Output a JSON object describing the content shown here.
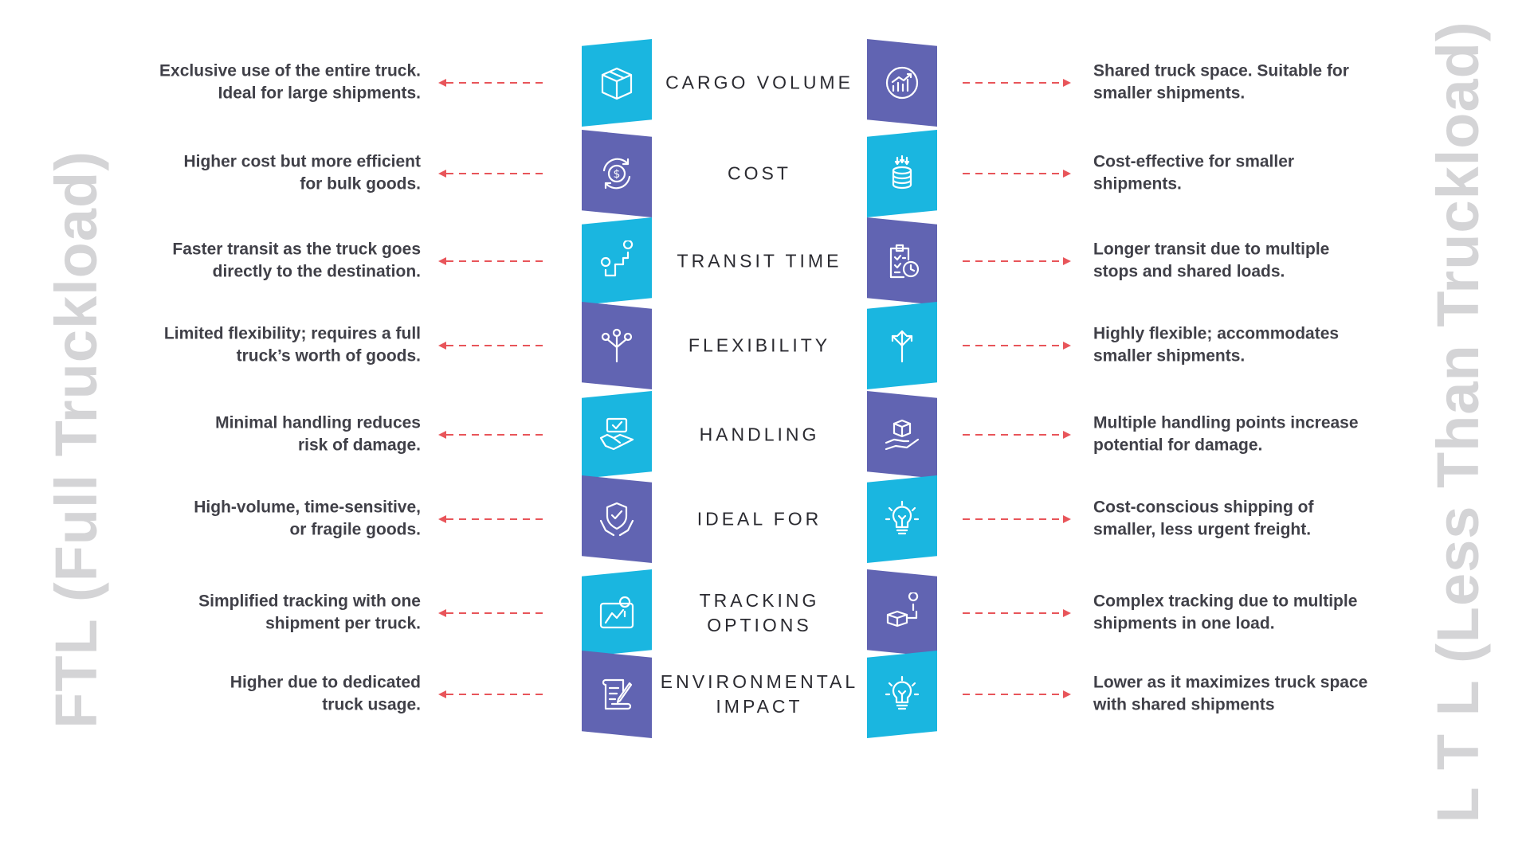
{
  "titles": {
    "left": "FTL (Full Truckload)",
    "right": "L T L (Less Than Truckload)"
  },
  "colors": {
    "cyan": "#1ab6e0",
    "purple": "#6164b2",
    "arrow": "#e8555a",
    "title": "#d4d4d6"
  },
  "rows": [
    {
      "label": [
        "CARGO VOLUME"
      ],
      "ftl": [
        "Exclusive use of the entire truck.",
        "Ideal for large shipments."
      ],
      "ltl": [
        "Shared truck space. Suitable for",
        "smaller shipments."
      ],
      "left_icon": "box-icon",
      "right_icon": "growth-chart-icon"
    },
    {
      "label": [
        "COST"
      ],
      "ftl": [
        "Higher cost but more efficient",
        "for bulk goods."
      ],
      "ltl": [
        "Cost-effective for smaller",
        "shipments."
      ],
      "left_icon": "dollar-cycle-icon",
      "right_icon": "coin-stack-icon"
    },
    {
      "label": [
        "TRANSIT TIME"
      ],
      "ftl": [
        "Faster transit as the truck goes",
        "directly to the destination."
      ],
      "ltl": [
        "Longer transit due to multiple",
        "stops and shared loads."
      ],
      "left_icon": "route-icon",
      "right_icon": "clipboard-clock-icon"
    },
    {
      "label": [
        "FLEXIBILITY"
      ],
      "ftl": [
        "Limited flexibility; requires a full",
        "truck’s worth of goods."
      ],
      "ltl": [
        "Highly flexible; accommodates",
        "smaller shipments."
      ],
      "left_icon": "branching-icon",
      "right_icon": "split-arrows-icon"
    },
    {
      "label": [
        "HANDLING"
      ],
      "ftl": [
        "Minimal handling reduces",
        "risk of damage."
      ],
      "ltl": [
        "Multiple handling points increase",
        "potential for damage."
      ],
      "left_icon": "handshake-icon",
      "right_icon": "hand-package-icon"
    },
    {
      "label": [
        "IDEAL FOR"
      ],
      "ftl": [
        "High-volume, time-sensitive,",
        "or fragile goods."
      ],
      "ltl": [
        "Cost-conscious shipping of",
        "smaller, less urgent freight."
      ],
      "left_icon": "shield-hands-icon",
      "right_icon": "lightbulb-icon"
    },
    {
      "label": [
        "TRACKING",
        "OPTIONS"
      ],
      "ftl": [
        "Simplified tracking with one",
        "shipment per truck."
      ],
      "ltl": [
        "Complex tracking due to multiple",
        "shipments in one load."
      ],
      "left_icon": "tracking-tablet-icon",
      "right_icon": "package-location-icon"
    },
    {
      "label": [
        "ENVIRONMENTAL",
        "IMPACT"
      ],
      "ftl": [
        "Higher due to dedicated",
        "truck usage."
      ],
      "ltl": [
        "Lower as it maximizes truck space",
        "with shared shipments"
      ],
      "left_icon": "document-pen-icon",
      "right_icon": "lightbulb-icon"
    }
  ]
}
